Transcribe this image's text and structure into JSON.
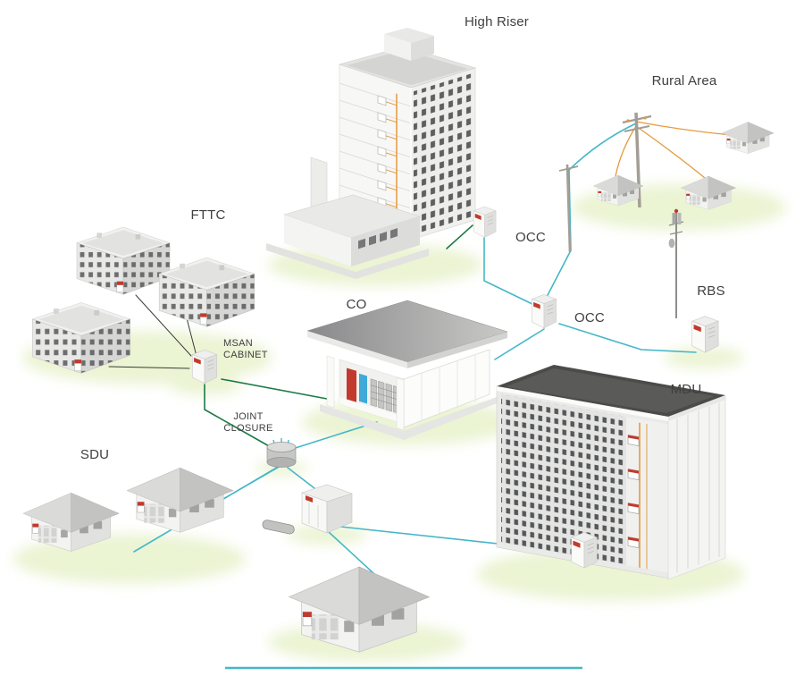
{
  "diagram": {
    "type": "isometric-network-topology",
    "labels": {
      "high_riser": "High Riser",
      "rural_area": "Rural Area",
      "fttc": "FTTC",
      "occ_top": "OCC",
      "co": "CO",
      "occ_mid": "OCC",
      "rbs": "RBS",
      "msan_cabinet": "MSAN\nCABINET",
      "mdu": "MDU",
      "joint_closure": "JOINT\nCLOSURE",
      "sdu": "SDU"
    },
    "colors": {
      "fiber_teal": "#45b7c8",
      "fiber_green": "#1b7a45",
      "drop_orange": "#e59a3c",
      "copper_dark": "#3a3a3a",
      "equipment_red": "#c13a2d",
      "equipment_blue": "#3fa9d8",
      "ground_glow": "#e9f3cf"
    }
  }
}
